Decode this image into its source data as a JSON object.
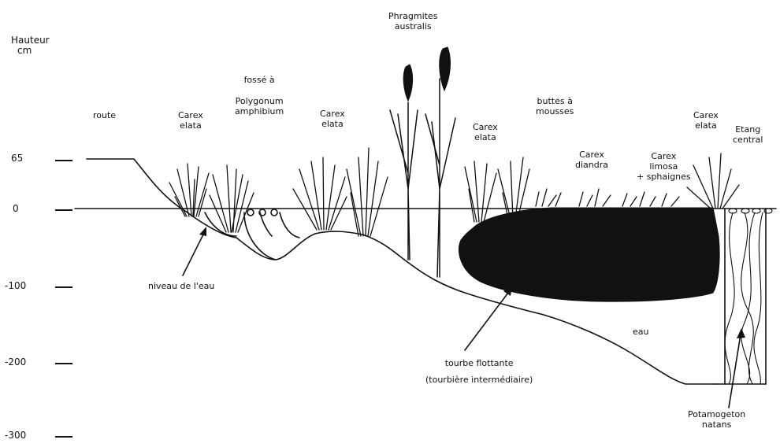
{
  "axis": {
    "title_line1": "Hauteur",
    "title_line2": "cm",
    "ticks": [
      "65",
      "0",
      "-100",
      "-200",
      "-300"
    ]
  },
  "labels": {
    "route": "route",
    "carex_elata_1": [
      "Carex",
      "elata"
    ],
    "fosse": [
      "fossé à",
      "Polygonum",
      "amphibium"
    ],
    "carex_elata_2": [
      "Carex",
      "elata"
    ],
    "phragmites": [
      "Phragmites",
      "australis"
    ],
    "carex_elata_3": [
      "Carex",
      "elata"
    ],
    "buttes": [
      "buttes à",
      "mousses"
    ],
    "carex_diandra": [
      "Carex",
      "diandra"
    ],
    "carex_limosa": [
      "Carex",
      "limosa",
      "+ sphaignes"
    ],
    "carex_elata_4": [
      "Carex",
      "elata"
    ],
    "etang": [
      "Etang",
      "central"
    ],
    "niveau": "niveau de l'eau",
    "eau": "eau",
    "tourbe": [
      "tourbe flottante",
      "(tourbière intermédiaire)"
    ],
    "potamogeton": [
      "Potamogeton",
      "natans"
    ]
  },
  "colors": {
    "ink": "#111111",
    "background": "#ffffff"
  }
}
